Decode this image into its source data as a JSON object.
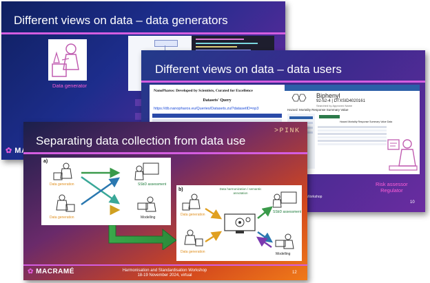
{
  "slide1": {
    "title": "Different views on data – data generators",
    "caption": "Data generator",
    "logo": "MACRA"
  },
  "slide2": {
    "title": "Different views on data – data users",
    "nanopharos": {
      "brand": "NanoPharos: Developed by Scientists, Curated for Excellence",
      "query": "Datasets' Query",
      "link": "https://db.nanopharos.eu/Queries/Datasets.zul?datasetID=np3"
    },
    "comptox": {
      "compound": "Biphenyl",
      "ids": "92-52-4 | DTXSID4020161",
      "approved": "Searched by Approved Name",
      "hazard": "Hazard: Mortality Response Summary Value",
      "chart_title": "Hazard Mortality Response Summary Value Data"
    },
    "workshop_fragment": "Workshop",
    "page_number": "10",
    "role_line1": "Risk assessor",
    "role_line2": "Regulator"
  },
  "slide3": {
    "title": "Separating data collection from data use",
    "brand_tag": ">PINK",
    "panel_a": {
      "label": "a)",
      "gen1": "Data generation",
      "gen2": "Data generation",
      "assess": "SSbD assessment",
      "model": "Modelling"
    },
    "panel_b": {
      "label": "b)",
      "harmonization": "Data harmonization / semantic annotation",
      "gen1": "Data generation",
      "gen2": "Data generation",
      "assess": "SSbD assessment",
      "model": "Modelling"
    },
    "logo": "MACRAMÉ",
    "footer_line1": "Harmonisation and Standardisation Workshop",
    "footer_line2": "18-19 November 2024, virtual",
    "page_number": "12"
  }
}
